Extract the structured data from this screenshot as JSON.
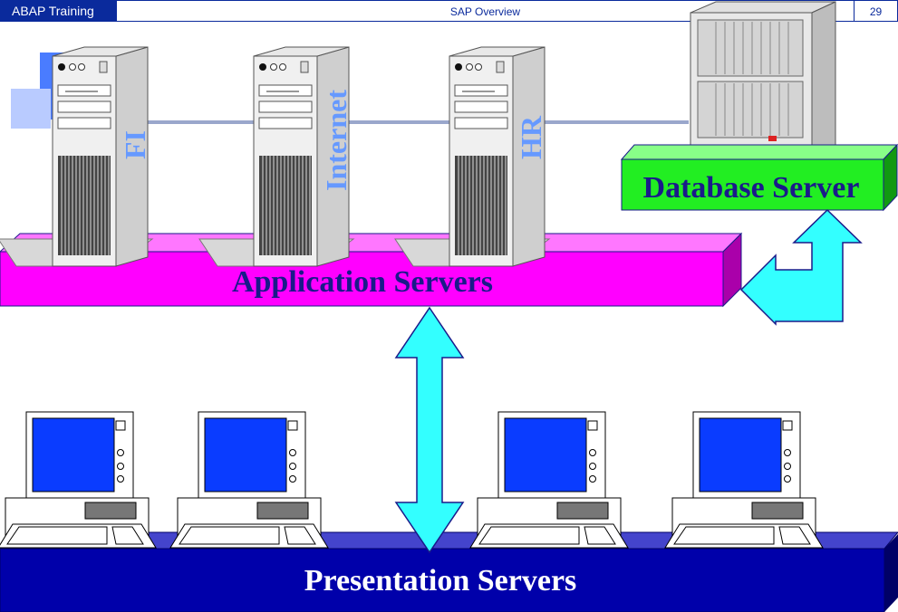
{
  "header": {
    "left_label": "ABAP Training",
    "center_title": "SAP Overview",
    "page_number": "29"
  },
  "diagram": {
    "database_server_label": "Database Server",
    "application_servers_label": "Application Servers",
    "presentation_servers_label": "Presentation Servers",
    "app_server_modules": [
      "FI",
      "Internet",
      "HR"
    ]
  },
  "colors": {
    "header_blue": "#0a2a9c",
    "application_layer": "#ff00ff",
    "database_layer": "#22ee22",
    "presentation_layer": "#0000aa",
    "arrow": "#33ffff",
    "module_text": "#6699ff",
    "label_text": "#1a1a8a"
  }
}
